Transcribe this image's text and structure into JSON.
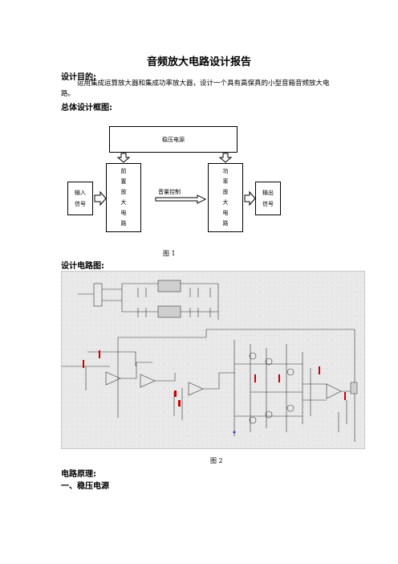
{
  "title": "音频放大电路设计报告",
  "purpose": {
    "heading": "设计目的:",
    "text_line1": "运用集成运算放大器和集成功率放大器，设计一个具有高保真的小型音箱音频放大电",
    "text_line2": "路。"
  },
  "block_diagram": {
    "heading": "总体设计框图:",
    "power_label": "稳压电源",
    "input_line1": "输入",
    "input_line2": "信号",
    "preamp_chars": [
      "前",
      "置",
      "放",
      "大",
      "电",
      "路"
    ],
    "volume_label": "音量控制",
    "power_amp_chars": [
      "功",
      "率",
      "放",
      "大",
      "电",
      "路"
    ],
    "output_line1": "输出",
    "output_line2": "信号",
    "caption": "图 1"
  },
  "circuit": {
    "heading": "设计电路图:",
    "caption": "图 2"
  },
  "principle": {
    "heading": "电路原理:",
    "sub_heading": "一、稳压电源"
  }
}
